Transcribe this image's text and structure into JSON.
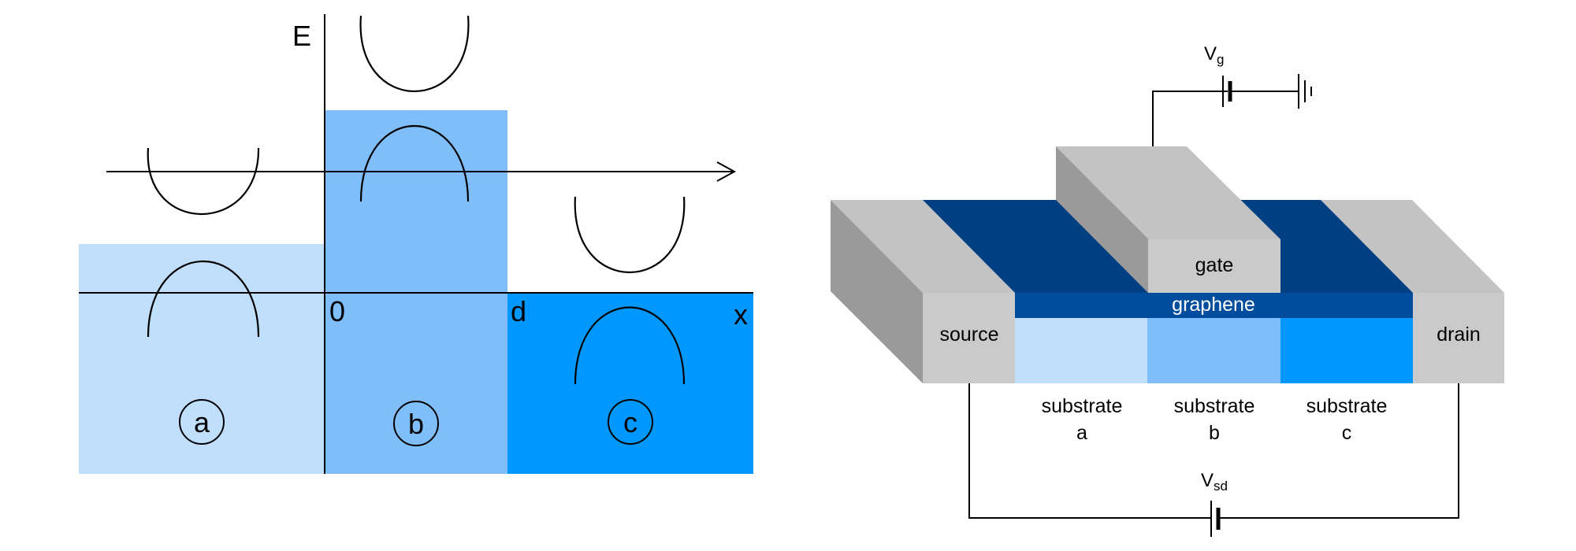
{
  "band_diagram": {
    "axis_e_label": "E",
    "axis_x_label": "x",
    "origin_label": "0",
    "d_label": "d",
    "regions": [
      {
        "id": "a",
        "label": "a",
        "color": "#bfdffd"
      },
      {
        "id": "b",
        "label": "b",
        "color": "#7fbefa"
      },
      {
        "id": "c",
        "label": "c",
        "color": "#0098fe"
      }
    ]
  },
  "device": {
    "gate_label": "gate",
    "graphene_label": "graphene",
    "source_label": "source",
    "drain_label": "drain",
    "substrates": [
      {
        "line1": "substrate",
        "line2": "a",
        "color": "#bfdffd"
      },
      {
        "line1": "substrate",
        "line2": "b",
        "color": "#7fbefa"
      },
      {
        "line1": "substrate",
        "line2": "c",
        "color": "#0098fe"
      }
    ],
    "vg_main": "V",
    "vg_sub": "g",
    "vsd_main": "V",
    "vsd_sub": "sd",
    "colors": {
      "graphene": "#004d9e",
      "dark_blue": "#003f81",
      "gray_light": "#c3c3c3",
      "gray_front": "#cacaca",
      "gray_dark": "#9a9a9a"
    }
  }
}
